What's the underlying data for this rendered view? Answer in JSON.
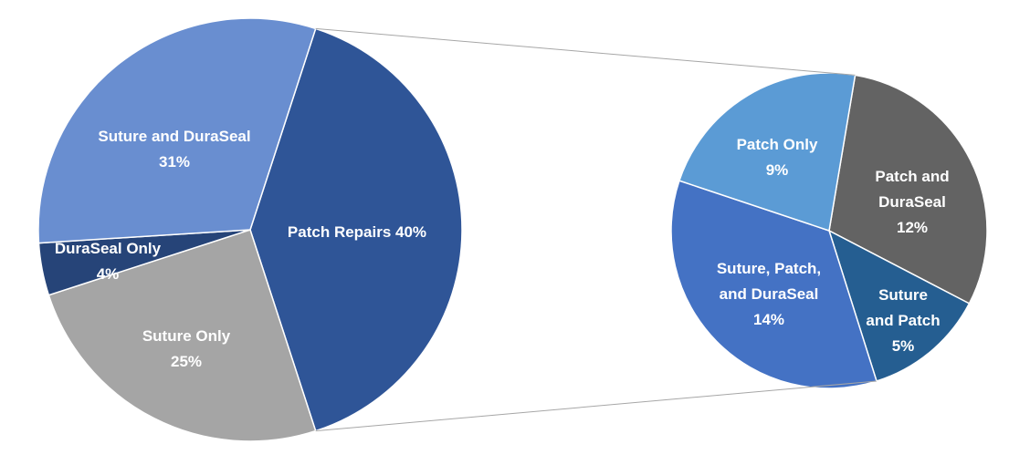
{
  "chart_data": {
    "type": "pie",
    "subtype": "pie-of-pie",
    "main_pie": {
      "slices": [
        {
          "name": "Patch Repairs",
          "value": 40,
          "lines": [
            "Patch Repairs 40%"
          ],
          "color": "#2F5597"
        },
        {
          "name": "Suture Only",
          "value": 25,
          "lines": [
            "Suture Only",
            "25%"
          ],
          "color": "#A5A5A5"
        },
        {
          "name": "DuraSeal Only",
          "value": 4,
          "lines": [
            "DuraSeal Only",
            "4%"
          ],
          "color": "#264478"
        },
        {
          "name": "Suture and DuraSeal",
          "value": 31,
          "lines": [
            "Suture and DuraSeal",
            "31%"
          ],
          "color": "#698ED0"
        }
      ]
    },
    "secondary_pie": {
      "expands": "Patch Repairs",
      "slices": [
        {
          "name": "Patch and DuraSeal",
          "value": 12,
          "lines": [
            "Patch and",
            "DuraSeal",
            "12%"
          ],
          "color": "#636363"
        },
        {
          "name": "Suture and Patch",
          "value": 5,
          "lines": [
            "Suture",
            "and Patch",
            "5%"
          ],
          "color": "#255E91"
        },
        {
          "name": "Suture, Patch, and DuraSeal",
          "value": 14,
          "lines": [
            "Suture, Patch,",
            "and DuraSeal",
            "14%"
          ],
          "color": "#4472C4"
        },
        {
          "name": "Patch Only",
          "value": 9,
          "lines": [
            "Patch Only",
            "9%"
          ],
          "color": "#5B9BD5"
        }
      ]
    },
    "connector_color": "#A6A6A6"
  }
}
